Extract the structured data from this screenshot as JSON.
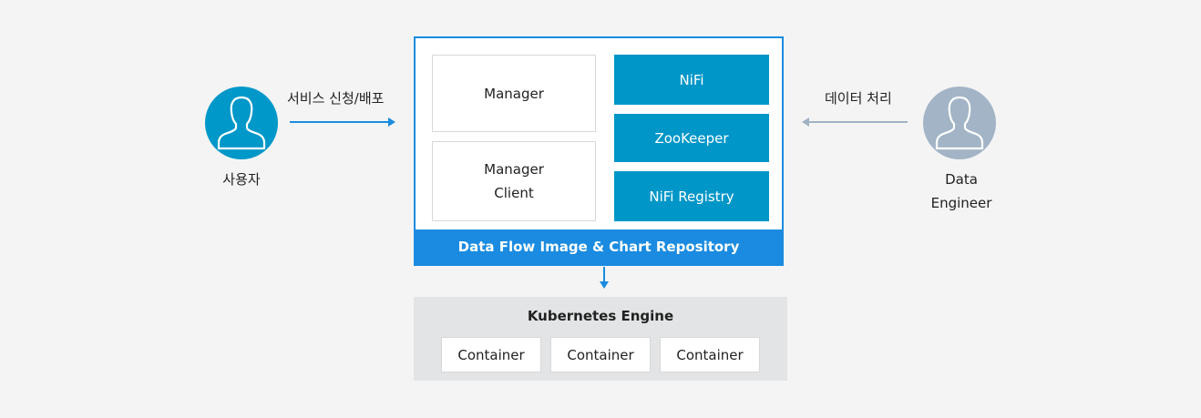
{
  "user": {
    "label": "사용자",
    "color": "#0097c9"
  },
  "engineer": {
    "label": "Data\nEngineer",
    "color": "#a2b4c6"
  },
  "arrows": {
    "left_label": "서비스 신청/배포",
    "right_label": "데이터 처리",
    "left_color": "#1a8be0",
    "right_color": "#9fb2c4",
    "down_color": "#1a8be0"
  },
  "repository": {
    "manager": "Manager",
    "manager_client": "Manager\nClient",
    "nifi": "NiFi",
    "zookeeper": "ZooKeeper",
    "nifi_registry": "NiFi Registry",
    "bar_label": "Data Flow Image & Chart Repository"
  },
  "kubernetes": {
    "title": "Kubernetes Engine",
    "containers": [
      "Container",
      "Container",
      "Container"
    ]
  }
}
